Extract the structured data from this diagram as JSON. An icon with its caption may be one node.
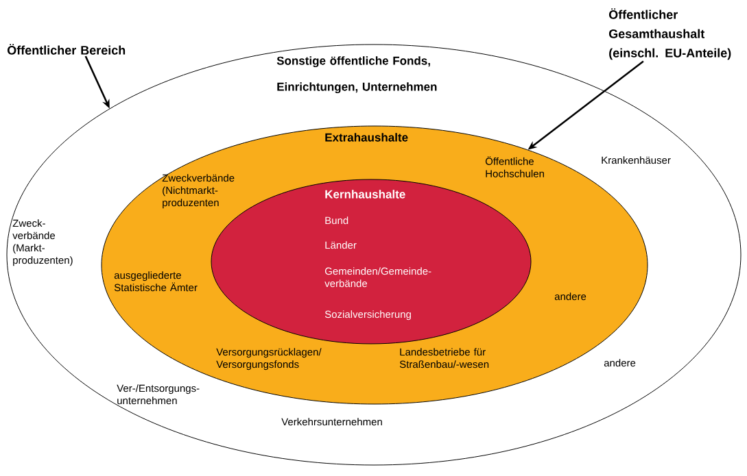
{
  "diagram": {
    "nodes": [
      {
        "text": [
          "Sonstige öffentliche Fonds, Einrichtungen, Unternehmen",
          "Krankenhäuser",
          "Zweck- verbände (Markt- produzenten)",
          "andere",
          "Ver-/Entsorgungs- unternehmen",
          "Verkehrsunternehmen"
        ]
      },
      {
        "text": [
          "Extrahaushalte",
          "Öffentliche Hochschulen",
          "Zweckverbände (Nichtmarkt- produzenten",
          "ausgegliederte Statistische Ämter",
          "andere",
          "Versorgungsrücklagen/ Versorgungsfonds",
          "Landesbetriebe für Straßenbau/-wesen"
        ],
        "in": 0
      },
      {
        "text": [
          "Kernhaushalte",
          "Bund",
          "Länder",
          "Gemeinden/Gemeinde- verbände",
          "Sozialversicherung"
        ],
        "in": 1
      },
      {
        "text": [
          "Öffentlicher Bereich"
        ]
      },
      {
        "text": [
          "Öffentlicher Gesamthaushalt (einschl. EU-Anteile)"
        ]
      }
    ],
    "edges": [
      {
        "from": 3,
        "to": 0,
        "arrow": "to"
      },
      {
        "from": 4,
        "to": 1,
        "arrow": "to"
      }
    ]
  }
}
